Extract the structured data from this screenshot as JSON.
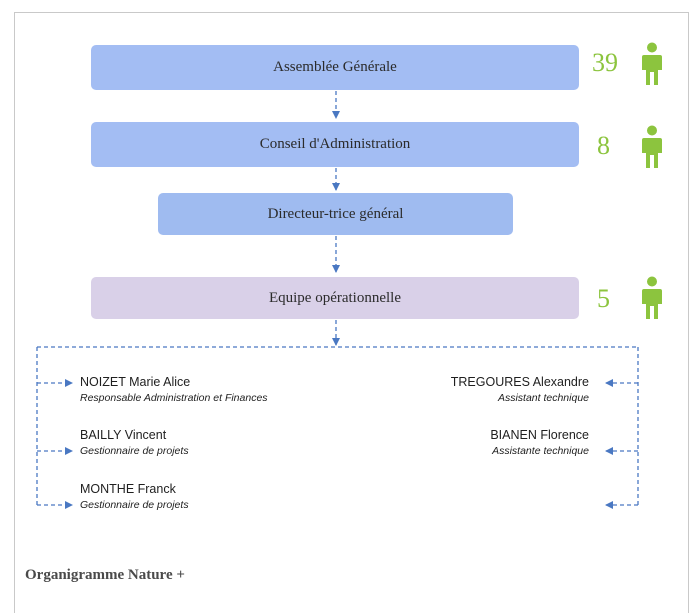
{
  "levels": {
    "assembly": {
      "label": "Assemblée Générale",
      "count": "39"
    },
    "board": {
      "label": "Conseil d'Administration",
      "count": "8"
    },
    "director": {
      "label": "Directeur-trice général"
    },
    "team": {
      "label": "Equipe opérationnelle",
      "count": "5"
    }
  },
  "staff_left": [
    {
      "name": "NOIZET Marie Alice",
      "role": "Responsable Administration et Finances"
    },
    {
      "name": "BAILLY Vincent",
      "role": "Gestionnaire de projets"
    },
    {
      "name": "MONTHE Franck",
      "role": "Gestionnaire de projets"
    }
  ],
  "staff_right": [
    {
      "name": "TREGOURES Alexandre",
      "role": "Assistant technique"
    },
    {
      "name": "BIANEN Florence",
      "role": "Assistante technique"
    }
  ],
  "caption": "Organigramme Nature +",
  "colors": {
    "primary_box": "#a3bdf3",
    "team_box": "#d9d0e8",
    "count_green": "#8cc43e",
    "connector": "#4a78c2"
  },
  "icons": {
    "member": "person-icon"
  }
}
